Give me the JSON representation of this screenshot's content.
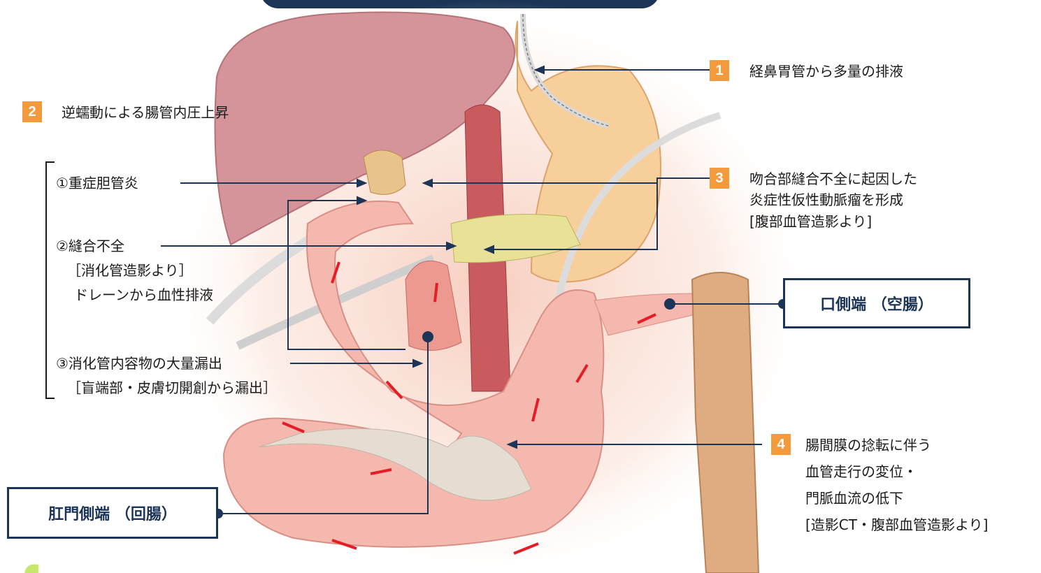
{
  "labels": {
    "item1": "経鼻胃管から多量の排液",
    "item2": "逆蠕動による腸管内圧上昇",
    "item3_line1": "吻合部縫合不全に起因した",
    "item3_line2": "炎症性仮性動脈瘤を形成",
    "item3_line3": "[腹部血管造影より]",
    "item4_line1": "腸間膜の捻転に伴う",
    "item4_line2": "血管走行の変位・",
    "item4_line3": "門脈血流の低下",
    "item4_line4": "[造影CT・腹部血管造影より]",
    "sub1": "①重症胆管炎",
    "sub2": "②縫合不全",
    "sub2_line2": "［消化管造影より］",
    "sub2_line3": "ドレーンから血性排液",
    "sub3": "③消化管内容物の大量漏出",
    "sub3_line2": "［盲端部・皮膚切開創から漏出］",
    "box_oral": "口側端 （空腸）",
    "box_anal": "肛門側端 （回腸）"
  },
  "badges": {
    "b1": "1",
    "b2": "2",
    "b3": "3",
    "b4": "4"
  },
  "colors": {
    "navy": "#1c3557",
    "badge_orange": "#f39a3d",
    "liver": "#cf8a8e",
    "stomach": "#f6c98f",
    "bowel": "#f2b3aa",
    "colon": "#dfae84",
    "aorta": "#c95a5e",
    "arrow_red": "#e41e26"
  }
}
